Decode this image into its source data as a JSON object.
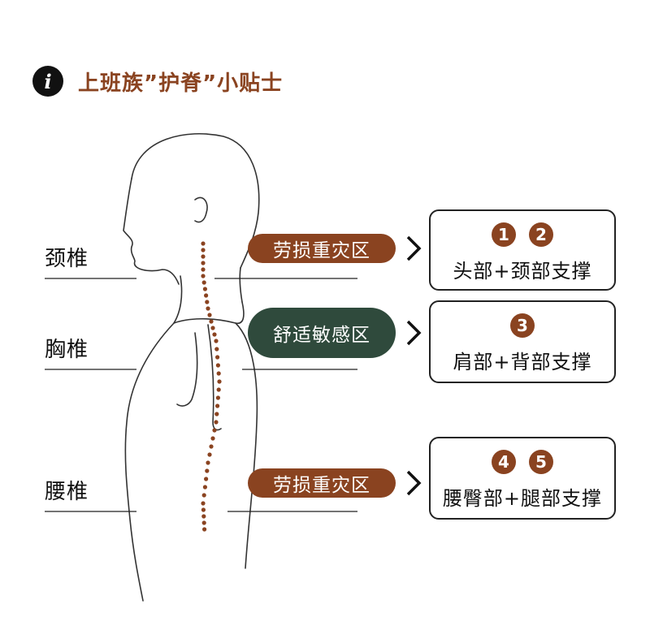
{
  "title": "上班族”护脊”小贴士",
  "icon": "info-icon",
  "icon_glyph": "i",
  "colors": {
    "accent_brown": "#8a4320",
    "accent_green": "#2f4a3c",
    "dots": "#8a4320"
  },
  "regions": [
    {
      "label": "颈椎",
      "pill": "劳损重灾区",
      "pill_color": "brown",
      "numbers": [
        "1",
        "2"
      ],
      "support": "头部+颈部支撑"
    },
    {
      "label": "胸椎",
      "pill": "舒适敏感区",
      "pill_color": "green",
      "numbers": [
        "3"
      ],
      "support": "肩部+背部支撑"
    },
    {
      "label": "腰椎",
      "pill": "劳损重灾区",
      "pill_color": "brown",
      "numbers": [
        "4",
        "5"
      ],
      "support": "腰臀部+腿部支撑"
    }
  ]
}
